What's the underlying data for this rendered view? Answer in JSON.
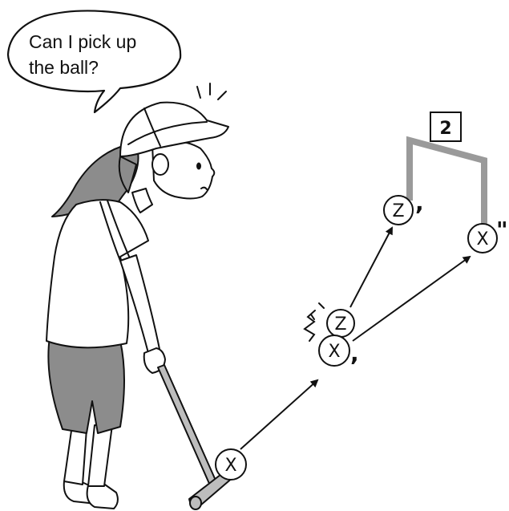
{
  "speech_bubble": {
    "line1": "Can I pick up",
    "line2": "the ball?"
  },
  "gate": {
    "number": "2",
    "color": "#9a9a9a"
  },
  "balls": {
    "x_start": "X",
    "x_mid": "X",
    "x_mid_mark": ",",
    "x_end": "X",
    "x_end_mark": "\"",
    "z_start": "Z",
    "z_end": "Z",
    "z_end_mark": ","
  },
  "colors": {
    "ink": "#111111",
    "shirt_light": "#e6e6e6",
    "pants": "#8c8c8c",
    "hair": "#8c8c8c",
    "mallet": "#bdbdbd"
  }
}
